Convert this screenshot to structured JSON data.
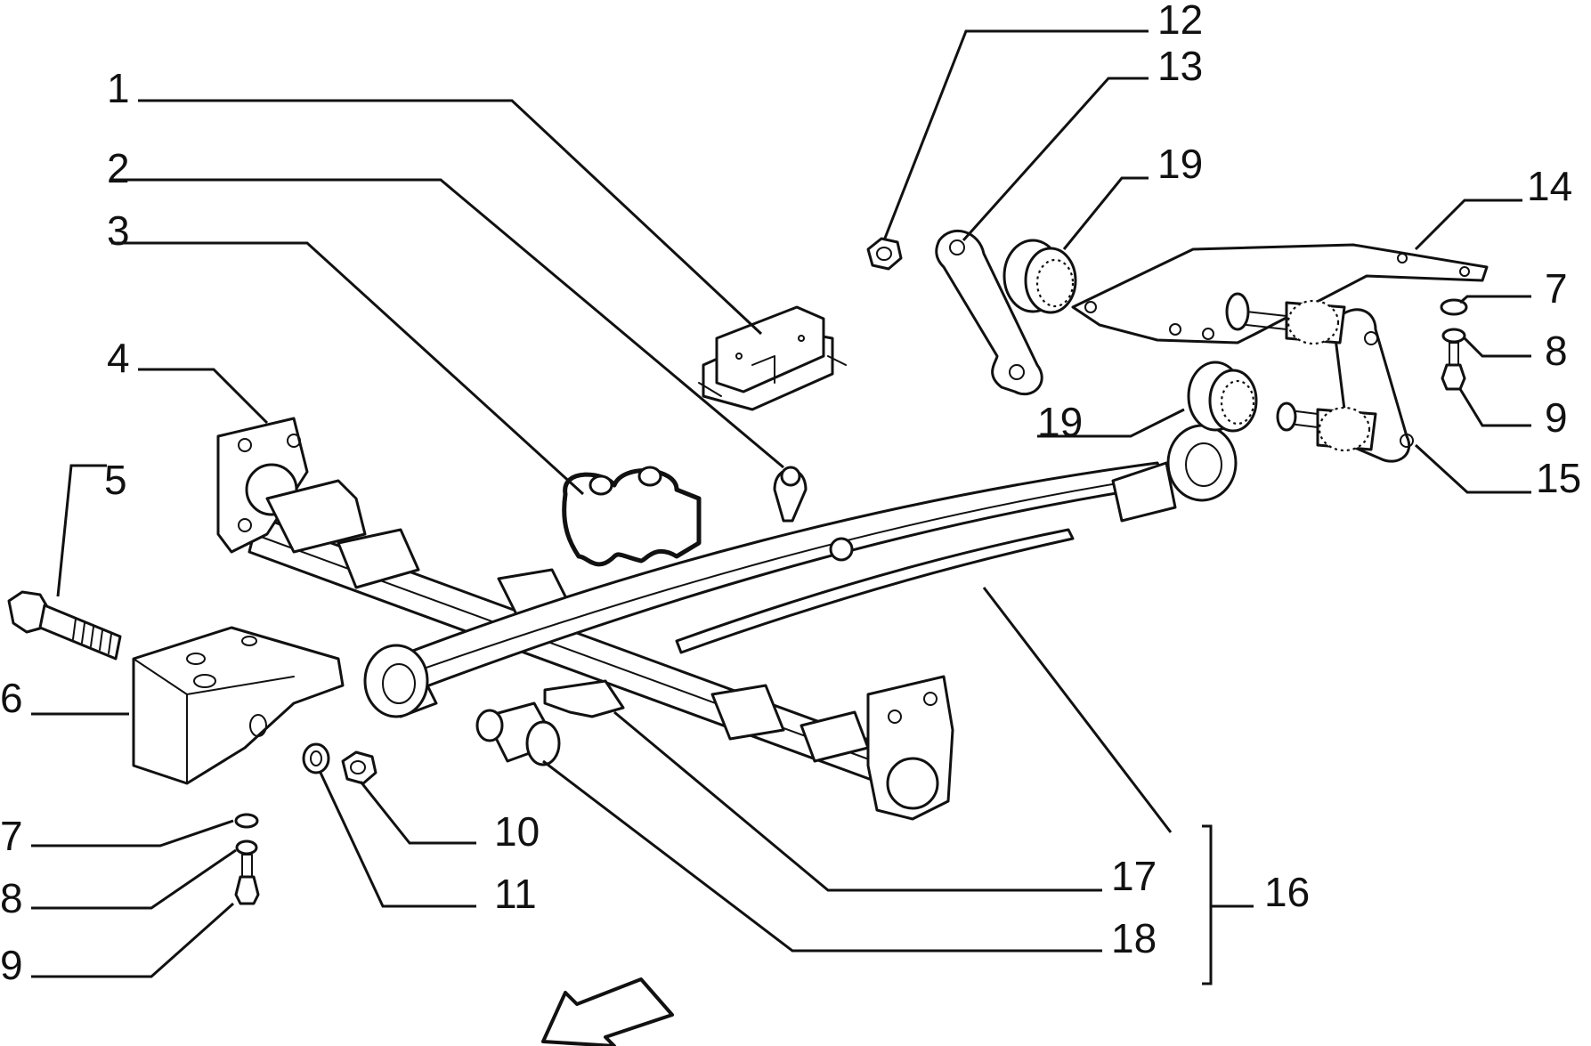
{
  "callouts": [
    {
      "id": "c1",
      "label": "1"
    },
    {
      "id": "c2",
      "label": "2"
    },
    {
      "id": "c3",
      "label": "3"
    },
    {
      "id": "c4",
      "label": "4"
    },
    {
      "id": "c5",
      "label": "5"
    },
    {
      "id": "c6",
      "label": "6"
    },
    {
      "id": "c7a",
      "label": "7"
    },
    {
      "id": "c8a",
      "label": "8"
    },
    {
      "id": "c9a",
      "label": "9"
    },
    {
      "id": "c10",
      "label": "10"
    },
    {
      "id": "c11",
      "label": "11"
    },
    {
      "id": "c12",
      "label": "12"
    },
    {
      "id": "c13",
      "label": "13"
    },
    {
      "id": "c14",
      "label": "14"
    },
    {
      "id": "c7b",
      "label": "7"
    },
    {
      "id": "c8b",
      "label": "8"
    },
    {
      "id": "c9b",
      "label": "9"
    },
    {
      "id": "c15",
      "label": "15"
    },
    {
      "id": "c16",
      "label": "16"
    },
    {
      "id": "c17",
      "label": "17"
    },
    {
      "id": "c18",
      "label": "18"
    },
    {
      "id": "c19a",
      "label": "19"
    },
    {
      "id": "c19b",
      "label": "19"
    }
  ]
}
